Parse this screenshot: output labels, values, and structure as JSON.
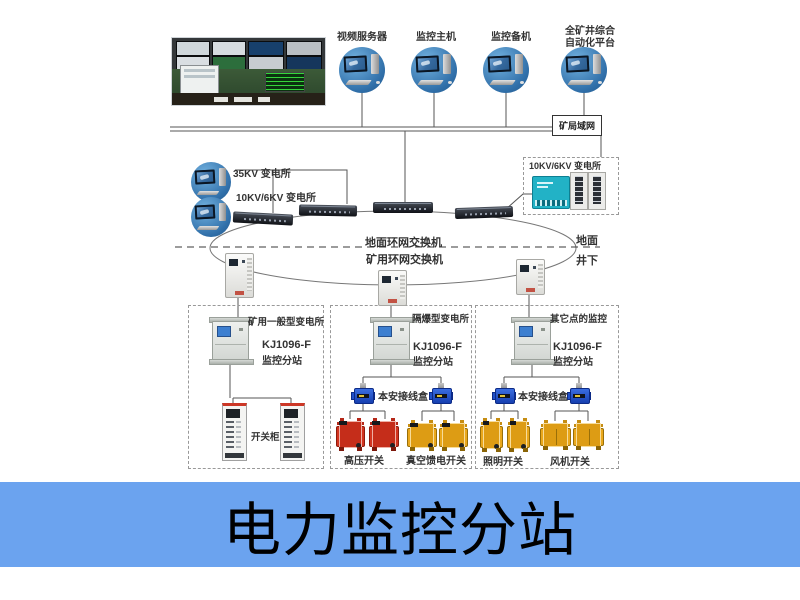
{
  "banner": {
    "title": "电力监控分站",
    "bg_color": "#6ba3ef"
  },
  "top": {
    "servers": [
      {
        "label": "视频服务器"
      },
      {
        "label": "监控主机"
      },
      {
        "label": "监控备机"
      },
      {
        "label": "全矿井综合",
        "label2": "自动化平台"
      }
    ]
  },
  "network": {
    "lan_box": "矿局域网",
    "ground_ring": "地面环网交换机",
    "mine_ring": "矿用环网交换机",
    "surface": "地面",
    "underground": "井下"
  },
  "substations": {
    "kv35": "35KV 变电所",
    "kv10_left": "10KV/6KV 变电所",
    "kv10_right": "10KV/6KV 变电所"
  },
  "branches": [
    {
      "region_label": "矿用一般型变电所",
      "station": {
        "line1": "KJ1096-F",
        "line2": "监控分站"
      },
      "equipment_label": "开关柜"
    },
    {
      "region_label": "隔爆型变电所",
      "station": {
        "line1": "KJ1096-F",
        "line2": "监控分站"
      },
      "junction_label": "本安接线盒",
      "groups": [
        {
          "label": "高压开关"
        },
        {
          "label": "真空馈电开关"
        }
      ]
    },
    {
      "region_label": "其它点的监控",
      "station": {
        "line1": "KJ1096-F",
        "line2": "监控分站"
      },
      "junction_label": "本安接线盒",
      "groups": [
        {
          "label": "照明开关"
        },
        {
          "label": "风机开关"
        }
      ]
    }
  ],
  "colors": {
    "line": "#555555",
    "high_voltage_switch": "#d23420",
    "feeder_switch": "#eaa81c",
    "junction_box": "#2050c8",
    "comm_device": "#22b2c6"
  }
}
